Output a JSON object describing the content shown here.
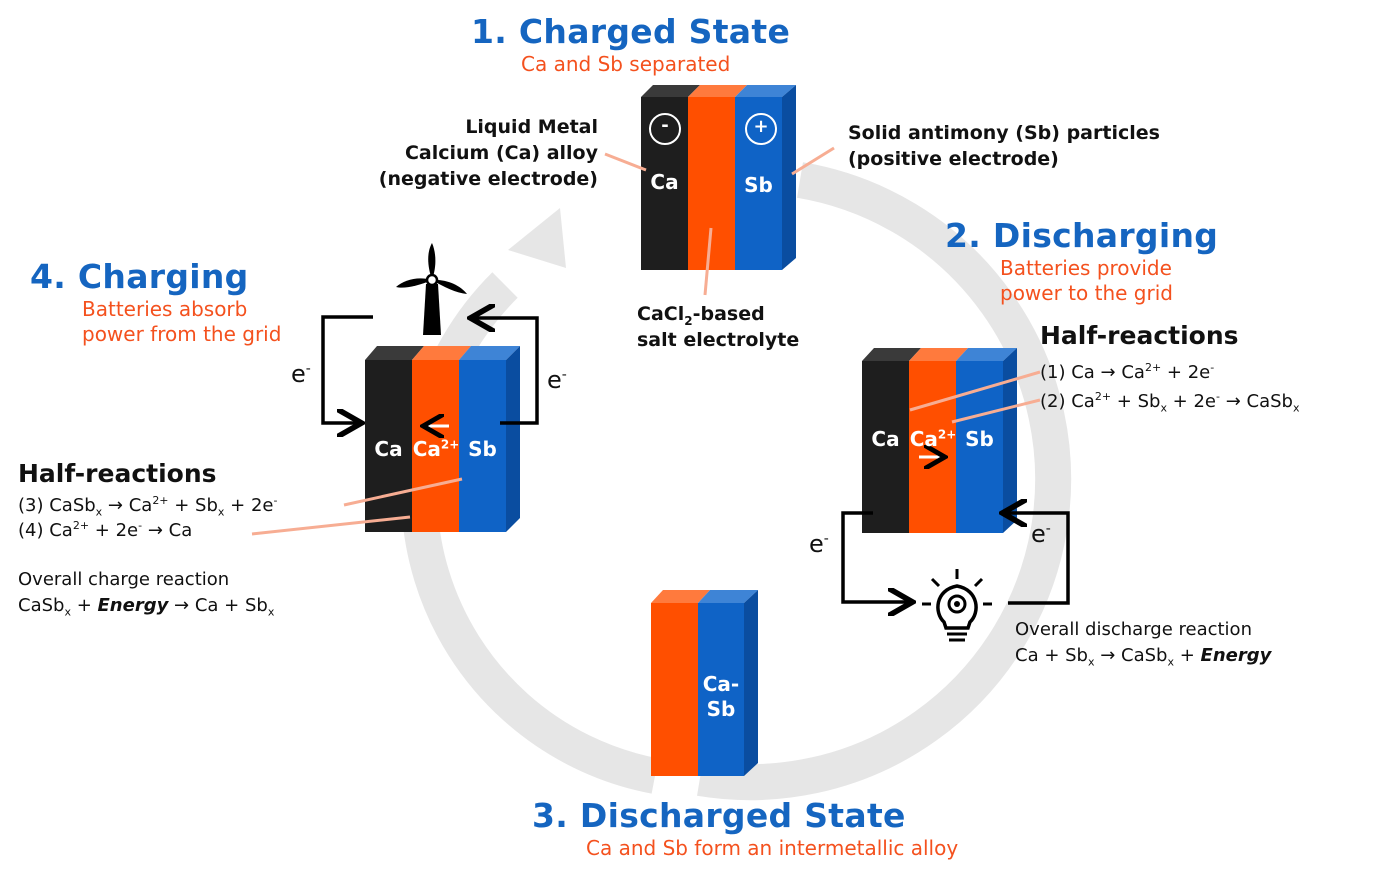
{
  "colors": {
    "title_blue": "#1565c0",
    "accent_orange": "#f4511e",
    "electrode_black": "#1e1e1e",
    "electrolyte_orange": "#ff4f00",
    "electrode_blue": "#0f63c6",
    "cycle_gray": "#e6e6e6",
    "leader_pink": "#f7ad93"
  },
  "states": {
    "s1": {
      "title": "1. Charged State",
      "subtitle": "Ca and Sb separated"
    },
    "s2": {
      "title": "2. Discharging",
      "subtitle_line1": "Batteries provide",
      "subtitle_line2": "power to the grid"
    },
    "s3": {
      "title": "3. Discharged State",
      "subtitle": "Ca and Sb form an intermetallic alloy"
    },
    "s4": {
      "title": "4. Charging",
      "subtitle_line1": "Batteries absorb",
      "subtitle_line2": "power from the grid"
    }
  },
  "labels": {
    "liquid_metal_1": "Liquid Metal",
    "liquid_metal_2": "Calcium (Ca) alloy",
    "liquid_metal_3": "(negative electrode)",
    "antimony_1": "Solid antimony (Sb) particles",
    "antimony_2": "(positive electrode)",
    "electrolyte_pre": "CaCl",
    "electrolyte_sub": "2",
    "electrolyte_post": "-based",
    "electrolyte_2": "salt electrolyte"
  },
  "cells": {
    "ca": "Ca",
    "sb": "Sb",
    "ca_ion": "Ca",
    "ion_charge": "2+",
    "alloy_line1": "Ca-",
    "alloy_line2": "Sb",
    "minus_sign": "-",
    "plus_sign": "+"
  },
  "electron": {
    "base": "e",
    "charge": "-"
  },
  "discharge": {
    "half_title": "Half-reactions",
    "r1": {
      "a": "(1) Ca → Ca",
      "sup": "2+",
      "b": " + 2e",
      "sup2": "-"
    },
    "r2": {
      "a": "(2) Ca",
      "sup": "2+",
      "b": " + Sb",
      "sub": "x",
      "c": " + 2e",
      "sup2": "-",
      "d": " → CaSb",
      "sub2": "x"
    },
    "overall_title": "Overall discharge reaction",
    "overall": {
      "a": "Ca + Sb",
      "sub": "x",
      "b": " → CaSb",
      "sub2": "x",
      "c": " + ",
      "energy": "Energy"
    }
  },
  "charge": {
    "half_title": "Half-reactions",
    "r3": {
      "a": "(3) CaSb",
      "sub": "x",
      "b": " → Ca",
      "sup": "2+",
      "c": " + Sb",
      "sub2": "x",
      "d": " + 2e",
      "sup2": "-"
    },
    "r4": {
      "a": "(4) Ca",
      "sup": "2+",
      "b": " + 2e",
      "sup2": "-",
      "c": " → Ca"
    },
    "overall_title": "Overall charge reaction",
    "overall": {
      "a": "CaSb",
      "sub": "x",
      "b": " + ",
      "energy": "Energy",
      "c": " → Ca + Sb",
      "sub2": "x"
    }
  }
}
